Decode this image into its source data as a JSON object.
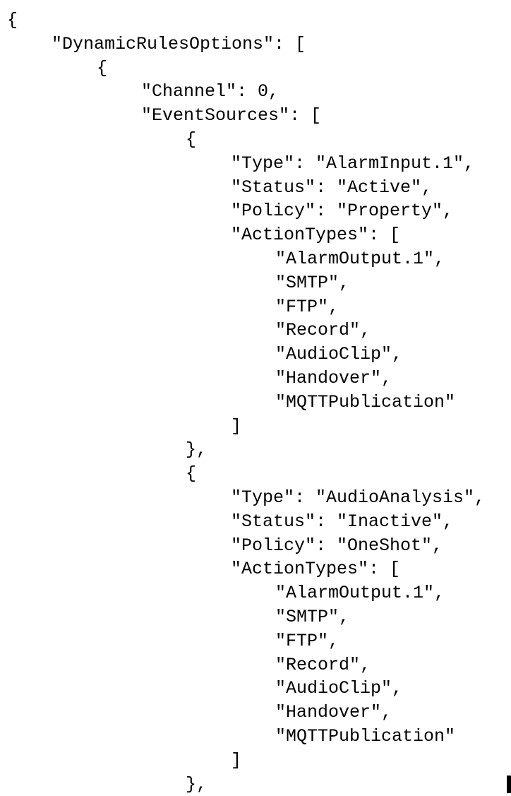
{
  "document": {
    "lines": [
      "{",
      "\"DynamicRulesOptions\": [",
      "{",
      "\"Channel\": 0,",
      "\"EventSources\": [",
      "{",
      "\"Type\": \"AlarmInput.1\",",
      "\"Status\": \"Active\",",
      "\"Policy\": \"Property\",",
      "\"ActionTypes\": [",
      "\"AlarmOutput.1\",",
      "\"SMTP\",",
      "\"FTP\",",
      "\"Record\",",
      "\"AudioClip\",",
      "\"Handover\",",
      "\"MQTTPublication\"",
      "]",
      "},",
      "{",
      "\"Type\": \"AudioAnalysis\",",
      "\"Status\": \"Inactive\",",
      "\"Policy\": \"OneShot\",",
      "\"ActionTypes\": [",
      "\"AlarmOutput.1\",",
      "\"SMTP\",",
      "\"FTP\",",
      "\"Record\",",
      "\"AudioClip\",",
      "\"Handover\",",
      "\"MQTTPublication\"",
      "]",
      "},"
    ]
  }
}
